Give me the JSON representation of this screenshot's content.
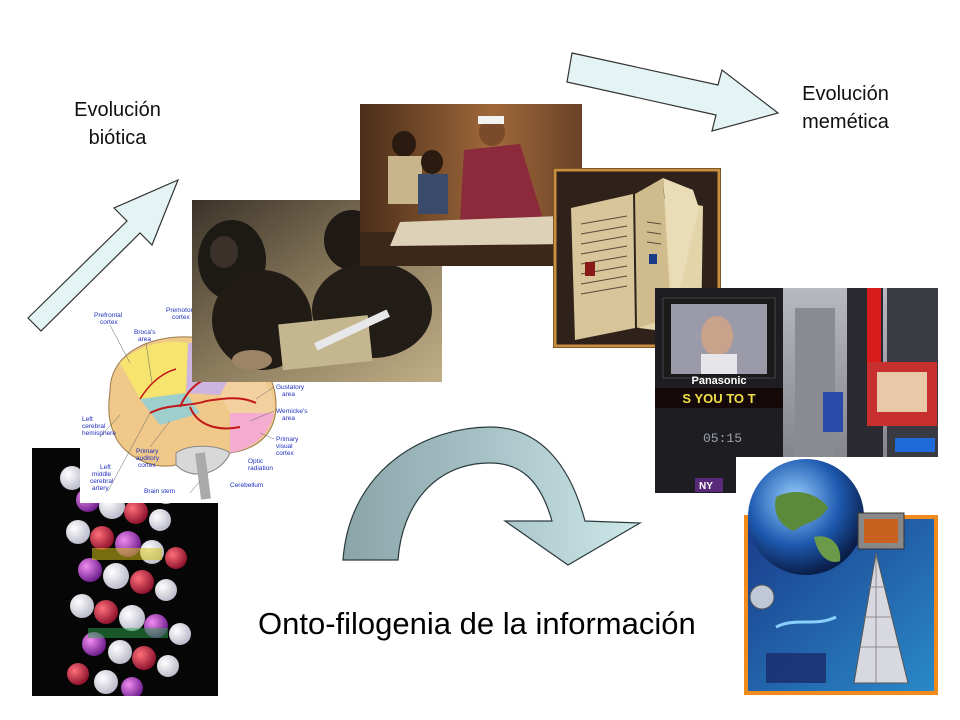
{
  "labels": {
    "biotic_line1": "Evolución",
    "biotic_line2": "biótica",
    "memetic_line1": "Evolución",
    "memetic_line2": "memética"
  },
  "title": "Onto-filogenia de la información",
  "brain_labels": {
    "prefrontal": "Prefrontal cortex",
    "premotor": "Premotor cortex",
    "broca": "Broca's area",
    "left_hemisphere": "Left cerebral hemisphere",
    "left_mca": "Left middle cerebral artery",
    "primary_auditory": "Primary auditory cortex",
    "brain_stem": "Brain stem",
    "cerebellum": "Cerebellum",
    "optic": "Optic radiation",
    "primary_visual": "Primary visual cortex",
    "wernicke": "Wernicke's area",
    "gustatory": "Gustatory area"
  },
  "billboard": {
    "brand": "Panasonic",
    "ticker": "S YOU TO T",
    "clock": "05:15",
    "sign": "NY"
  },
  "colors": {
    "arrow_fill": "#e4f4f4",
    "arrow_stroke": "#333333",
    "curved_arrow_dark": "#95acb0",
    "curved_arrow_light": "#c8e6e6"
  }
}
